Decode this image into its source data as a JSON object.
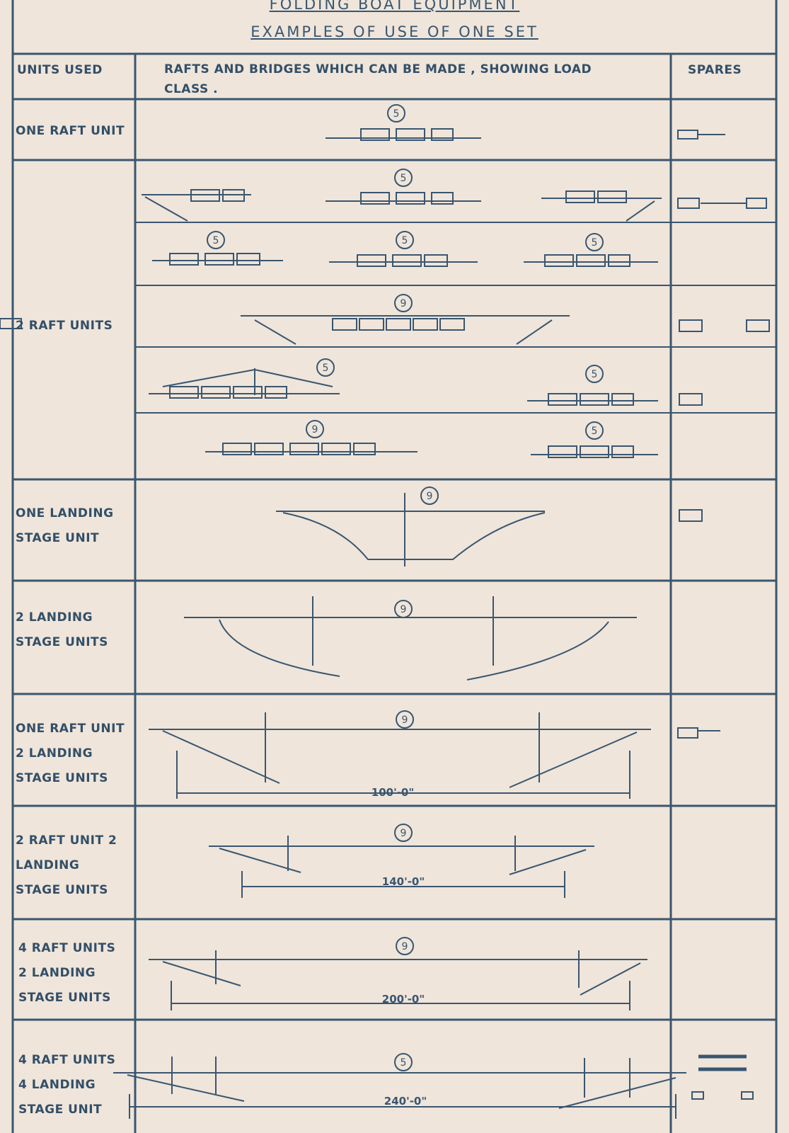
{
  "title": "FOLDING BOAT EQUIPMENT",
  "subtitle": "EXAMPLES OF USE OF ONE SET",
  "headers": {
    "units": "UNITS USED",
    "rafts": "RAFTS AND BRIDGES WHICH CAN BE MADE , SHOWING LOAD CLASS .",
    "spares": "SPARES"
  },
  "rows": [
    {
      "units": "ONE RAFT UNIT"
    },
    {
      "units": "2 RAFT UNITS"
    },
    {
      "units": "ONE LANDING STAGE UNIT"
    },
    {
      "units": "2 LANDING STAGE UNITS"
    },
    {
      "units": "ONE RAFT UNIT 2 LANDING STAGE UNITS",
      "span": "100'-0\""
    },
    {
      "units": "2 RAFT UNIT 2 LANDING STAGE UNITS",
      "span": "140'-0\""
    },
    {
      "units": "4 RAFT UNITS 2 LANDING STAGE UNITS",
      "span": "200'-0\""
    },
    {
      "units": "4 RAFT UNITS 4 LANDING STAGE UNIT",
      "span": "240'-0\""
    }
  ],
  "load_classes": {
    "five": "5",
    "nine": "9"
  },
  "colors": {
    "ink": "#3a5670",
    "paper": "#efe5da"
  }
}
